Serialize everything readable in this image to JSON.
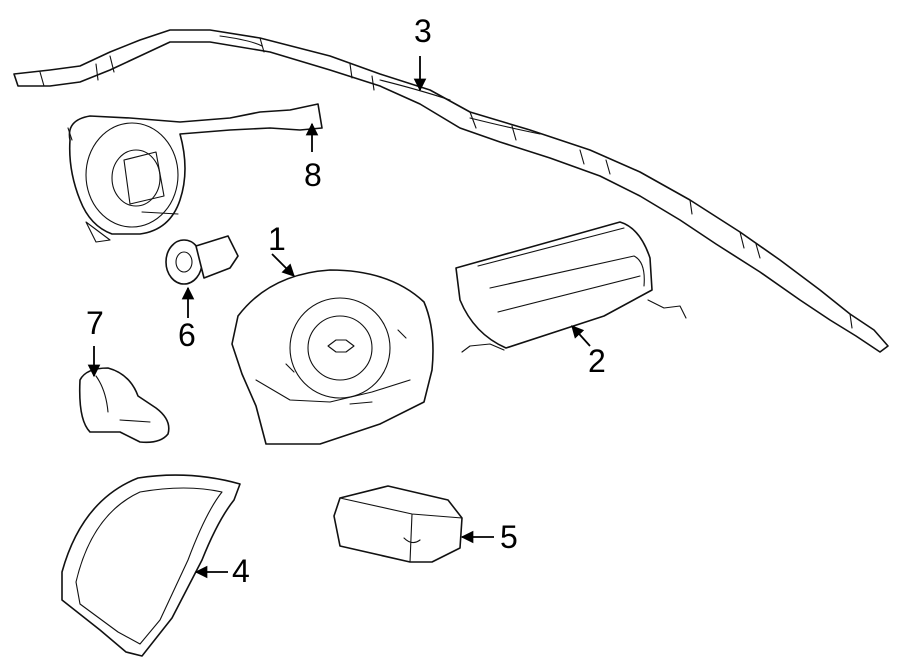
{
  "diagram": {
    "callouts": [
      {
        "id": "1",
        "label": "1"
      },
      {
        "id": "2",
        "label": "2"
      },
      {
        "id": "3",
        "label": "3"
      },
      {
        "id": "4",
        "label": "4"
      },
      {
        "id": "5",
        "label": "5"
      },
      {
        "id": "6",
        "label": "6"
      },
      {
        "id": "7",
        "label": "7"
      },
      {
        "id": "8",
        "label": "8"
      }
    ],
    "colors": {
      "line": "#111111",
      "background": "#ffffff"
    }
  }
}
